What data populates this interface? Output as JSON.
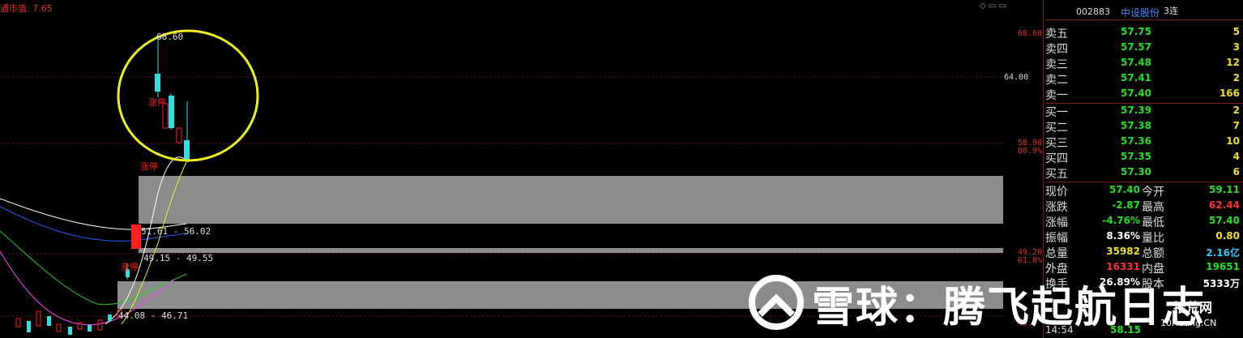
{
  "chart": {
    "indicator_label": "通市值: 7.65",
    "icons": "◇ ▭ ▭",
    "price_axis": [
      "68.60",
      "64.00",
      "58.90",
      "80.9%",
      "49.20",
      "61.8%",
      "43."
    ],
    "annotations": {
      "high": "68.60",
      "zone1": "51.61 - 56.02",
      "zone2": "49.15 - 49.55",
      "zone3": "44.08 - 46.71",
      "limit_up_1": "涨停",
      "limit_up_2": "涨停",
      "limit_up_3": "涨停"
    },
    "colors": {
      "up": "#ff2020",
      "down": "#30e0e0",
      "zone": "#8c8c8c",
      "circle": "#f0f020",
      "ma5": "#ffffff",
      "ma10": "#f0f020",
      "ma20": "#ff40ff",
      "ma30": "#22cc22",
      "ma60": "#2060ff"
    }
  },
  "header": {
    "code": "002883",
    "name": "中设股份",
    "streak": "3连"
  },
  "asks": [
    {
      "label": "卖五",
      "price": "57.75",
      "vol": "5"
    },
    {
      "label": "卖四",
      "price": "57.57",
      "vol": "3"
    },
    {
      "label": "卖三",
      "price": "57.48",
      "vol": "12"
    },
    {
      "label": "卖二",
      "price": "57.41",
      "vol": "2"
    },
    {
      "label": "卖一",
      "price": "57.40",
      "vol": "166"
    }
  ],
  "bids": [
    {
      "label": "买一",
      "price": "57.39",
      "vol": "2"
    },
    {
      "label": "买二",
      "price": "57.38",
      "vol": "7"
    },
    {
      "label": "买三",
      "price": "57.36",
      "vol": "10"
    },
    {
      "label": "买四",
      "price": "57.35",
      "vol": "4"
    },
    {
      "label": "买五",
      "price": "57.30",
      "vol": "6"
    }
  ],
  "quote": {
    "now_l": "现价",
    "now_v": "57.40",
    "open_l": "今开",
    "open_v": "59.11",
    "chg_l": "涨跌",
    "chg_v": "-2.87",
    "high_l": "最高",
    "high_v": "62.44",
    "pct_l": "涨幅",
    "pct_v": "-4.76%",
    "low_l": "最低",
    "low_v": "57.40",
    "amp_l": "振幅",
    "amp_v": "8.36%",
    "vr_l": "量比",
    "vr_v": "0.80",
    "tv_l": "总量",
    "tv_v": "35982",
    "amt_l": "总额",
    "amt_v": "2.16亿",
    "out_l": "外盘",
    "out_v": "16331",
    "in_l": "内盘",
    "in_v": "19651",
    "turn_l": "换手",
    "turn_v": "26.89%",
    "cap_l": "股本",
    "cap_v": "5333万"
  },
  "tick": {
    "time": "14:54",
    "price": "58.15"
  },
  "watermark": {
    "text": "雪球：腾飞起航日志",
    "site": "拾荒网",
    "site2": "10Huang.CN"
  }
}
